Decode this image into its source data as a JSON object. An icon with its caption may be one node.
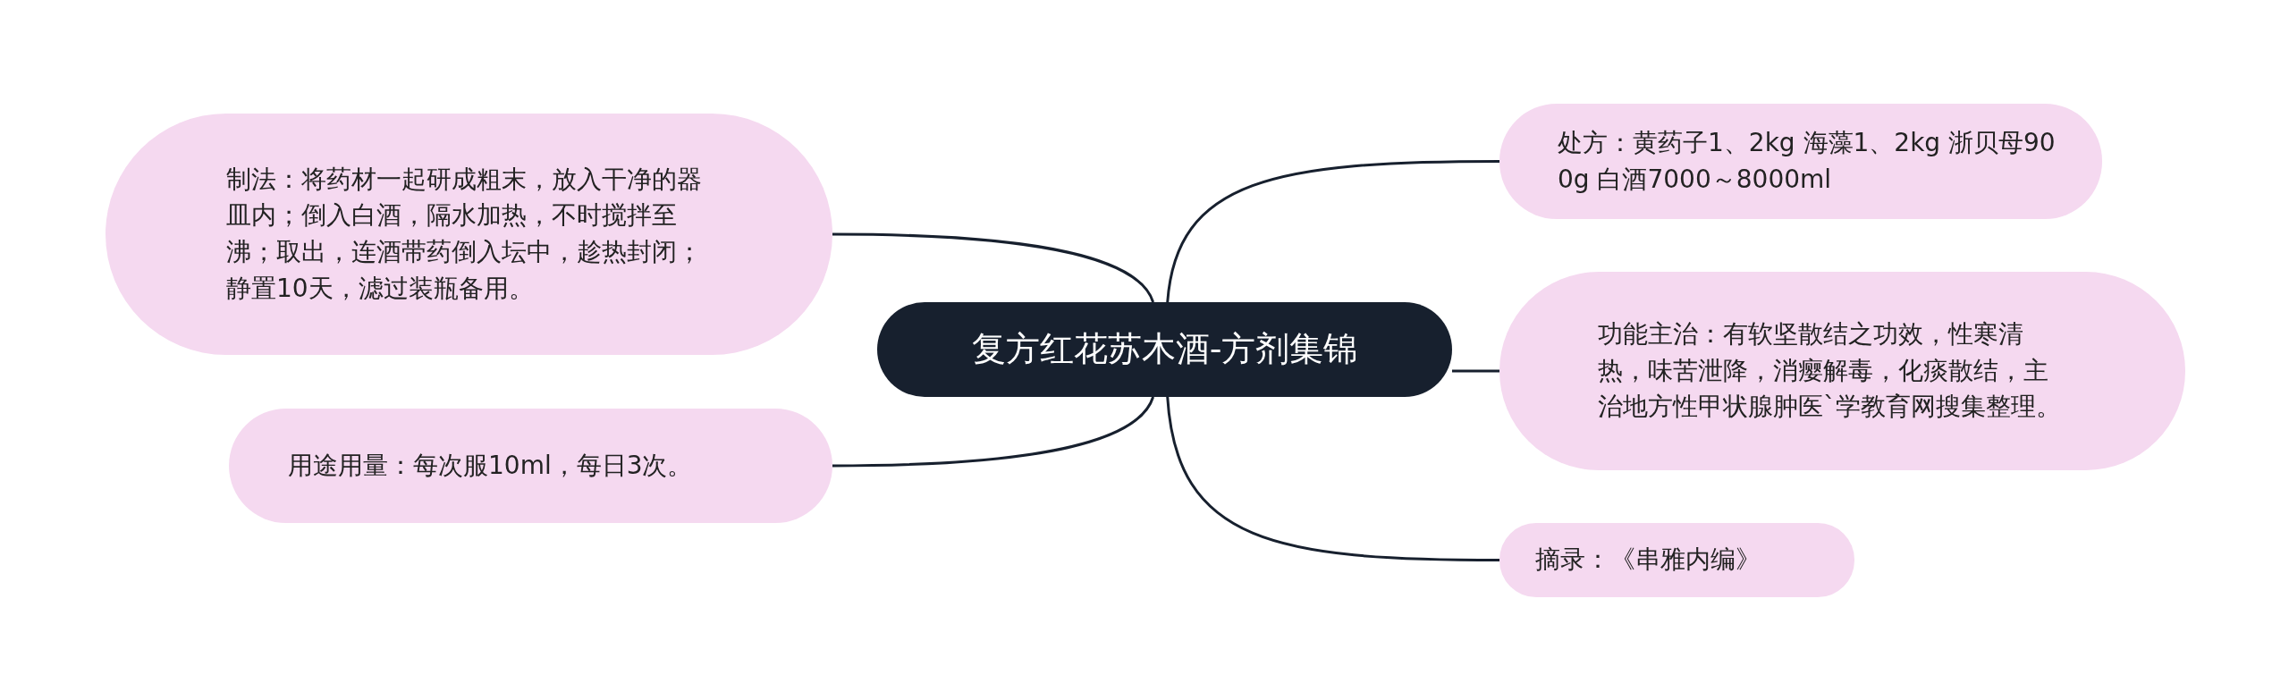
{
  "diagram": {
    "nodes": [
      {
        "text": [
          "复方红花苏木酒-方剂集锦"
        ]
      },
      {
        "text": [
          "制法：将药材一起研成粗末，放入干净的器皿内；倒入白酒，隔水加热，不时搅拌至沸；取出，连酒带药倒入坛中，趁热封闭；静置10天，滤过装瓶备用。"
        ]
      },
      {
        "text": [
          "用途用量：每次服10ml，每日3次。"
        ]
      },
      {
        "text": [
          "处方：黄药子1、2kg 海藻1、2kg 浙贝母900g 白酒7000～8000ml"
        ]
      },
      {
        "text": [
          "功能主治：有软坚散结之功效，性寒清热，味苦泄降，消瘿解毒，化痰散结，主治地方性甲状腺肿医`学教育网搜集整理。"
        ]
      },
      {
        "text": [
          "摘录：《串雅内编》"
        ]
      }
    ],
    "edges": [
      {
        "from": 0,
        "to": 1,
        "arrow": "none"
      },
      {
        "from": 0,
        "to": 2,
        "arrow": "none"
      },
      {
        "from": 0,
        "to": 3,
        "arrow": "none"
      },
      {
        "from": 0,
        "to": 4,
        "arrow": "none"
      },
      {
        "from": 0,
        "to": 5,
        "arrow": "none"
      }
    ]
  }
}
